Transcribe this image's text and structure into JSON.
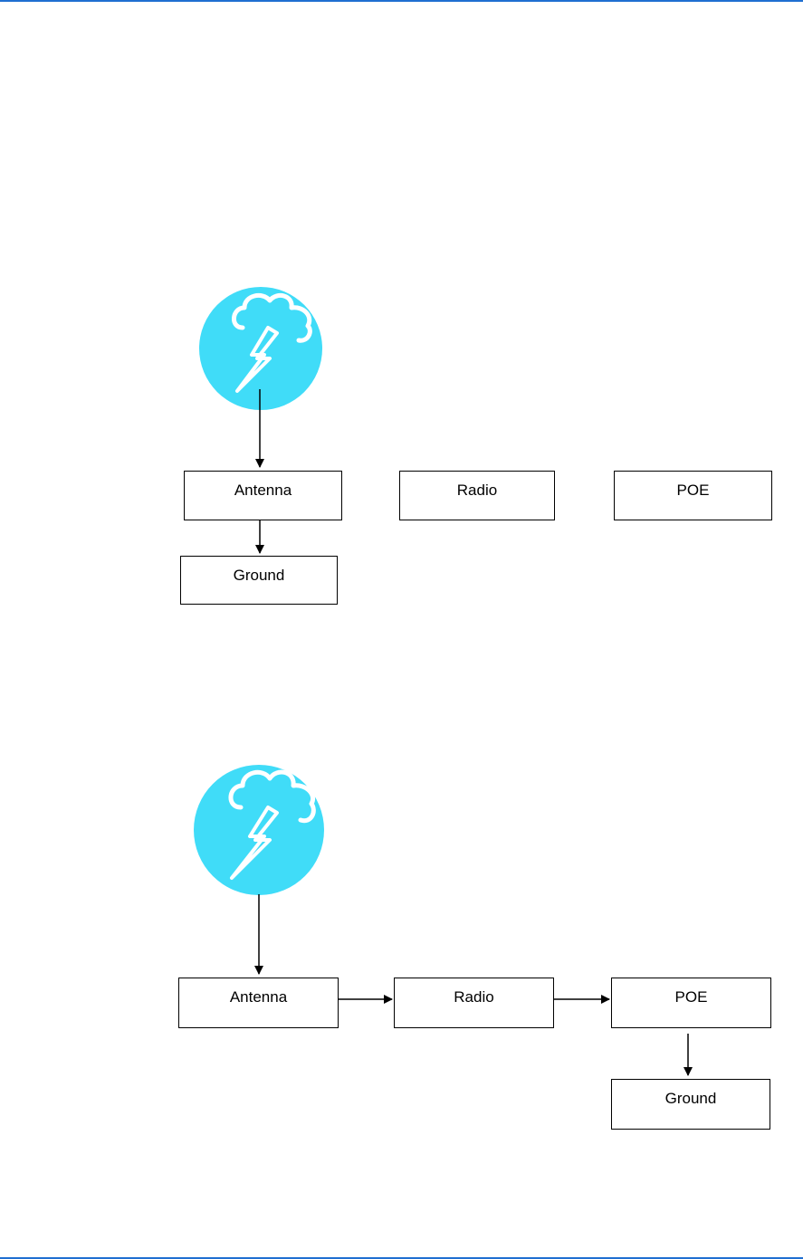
{
  "colors": {
    "rule": "#1f6fd1",
    "storm_circle": "#40dcf8",
    "storm_icon_stroke": "#ffffff",
    "line": "#000000"
  },
  "diagrams": [
    {
      "storm_icon": "lightning-storm-icon",
      "nodes": {
        "antenna": "Antenna",
        "radio": "Radio",
        "poe": "POE",
        "ground": "Ground"
      }
    },
    {
      "storm_icon": "lightning-storm-icon",
      "nodes": {
        "antenna": "Antenna",
        "radio": "Radio",
        "poe": "POE",
        "ground": "Ground"
      }
    }
  ]
}
